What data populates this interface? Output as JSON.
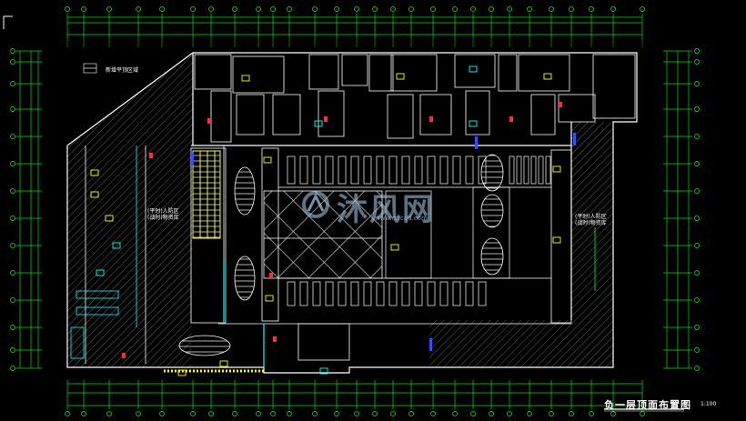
{
  "drawing": {
    "title": "负一层顶面布置图",
    "scale": "1:100",
    "legend_label": "新增平顶区域",
    "room_label_left": [
      "(平时)人防区",
      "(战时)物资库"
    ],
    "room_label_right": [
      "(平时)人防区",
      "(战时)物资库"
    ],
    "watermark": "沐风网",
    "watermark_url": "www.mfcad.com"
  },
  "colors": {
    "background": "#000000",
    "wall": "#ffffff",
    "dimension": "#00e000",
    "axis": "#00ff00",
    "hatch": "#8a8a8a",
    "cyan": "#00ffff",
    "yellow": "#ffff00",
    "red": "#ff3030",
    "blue": "#3050ff"
  }
}
